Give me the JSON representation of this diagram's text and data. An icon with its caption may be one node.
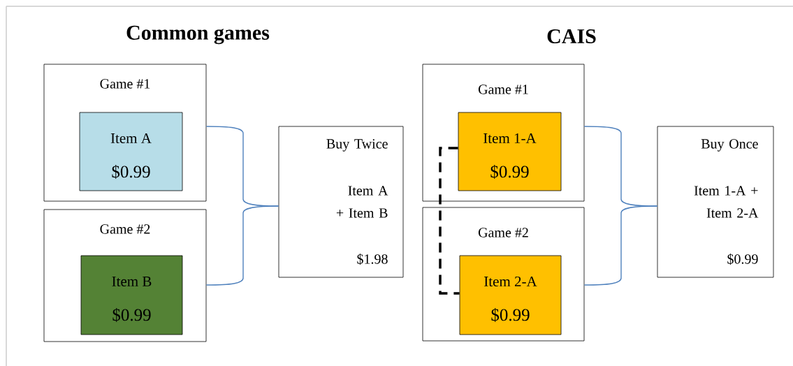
{
  "diagram": {
    "nodes": [
      {
        "text": [
          "Game #1"
        ]
      },
      {
        "text": [
          "Item A",
          "$0.99"
        ],
        "in": 0
      },
      {
        "text": [
          "Game #2"
        ]
      },
      {
        "text": [
          "Item B",
          "$0.99"
        ],
        "in": 2
      },
      {
        "text": [
          "Buy Twice",
          "Item A + Item B",
          "$1.98"
        ]
      },
      {
        "text": [
          "Game #1"
        ]
      },
      {
        "text": [
          "Item 1-A",
          "$0.99"
        ],
        "in": 5
      },
      {
        "text": [
          "Game #2"
        ]
      },
      {
        "text": [
          "Item 2-A",
          "$0.99"
        ],
        "in": 7
      },
      {
        "text": [
          "Buy Once",
          "Item 1-A + Item 2-A",
          "$0.99"
        ]
      }
    ],
    "edges": [
      {
        "from": 0,
        "to": 4,
        "arrow": "none",
        "color": "#4f81bd"
      },
      {
        "from": 2,
        "to": 4,
        "arrow": "none",
        "color": "#4f81bd"
      },
      {
        "from": 5,
        "to": 9,
        "arrow": "none",
        "color": "#4f81bd"
      },
      {
        "from": 7,
        "to": 9,
        "arrow": "none",
        "color": "#4f81bd"
      },
      {
        "from": 6,
        "to": 8,
        "arrow": "none",
        "style": "dashed",
        "color": "#000000"
      }
    ],
    "labels": [
      "Common games",
      "CAIS"
    ]
  }
}
